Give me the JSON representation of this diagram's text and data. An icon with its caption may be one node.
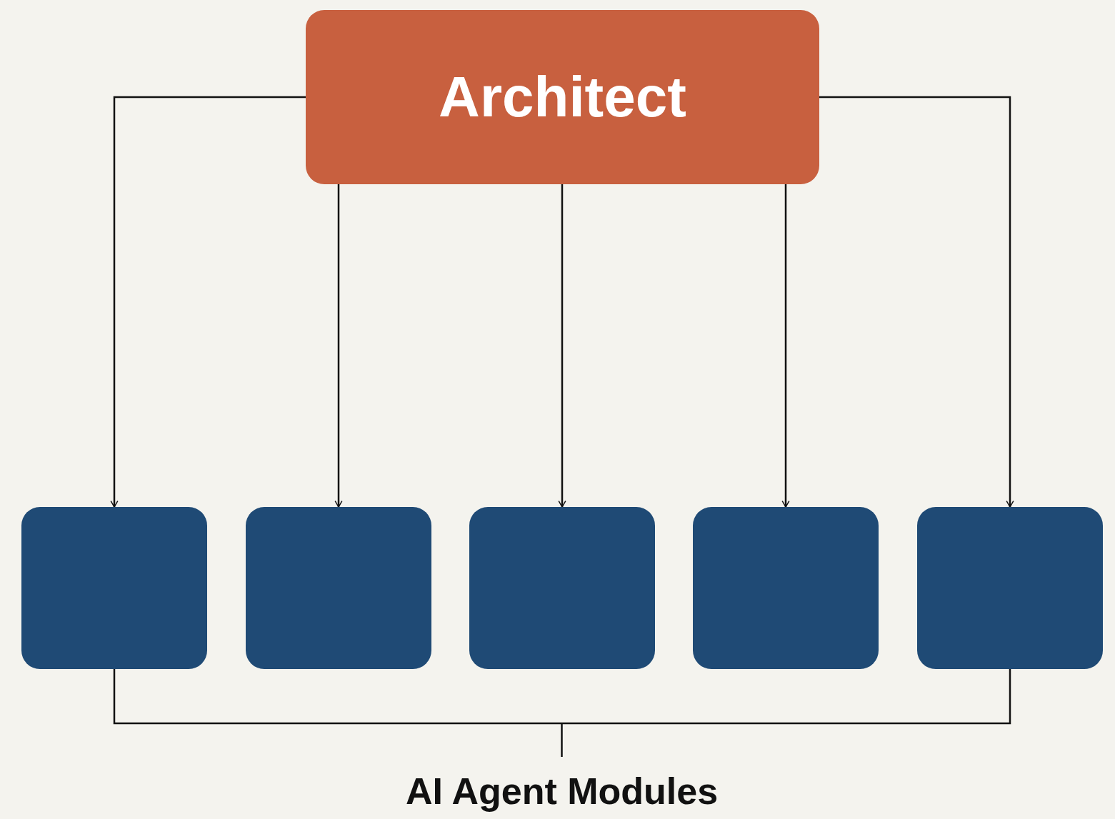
{
  "diagram": {
    "nodes": [
      {
        "text": [
          "Architect"
        ]
      },
      {
        "text": [],
        "shape": "box"
      },
      {
        "text": [],
        "shape": "box"
      },
      {
        "text": [],
        "shape": "box"
      },
      {
        "text": [],
        "shape": "box"
      },
      {
        "text": [],
        "shape": "box"
      }
    ],
    "edges": [
      {
        "from": 0,
        "to": 1,
        "arrow": "to"
      },
      {
        "from": 0,
        "to": 2,
        "arrow": "to"
      },
      {
        "from": 0,
        "to": 3,
        "arrow": "to"
      },
      {
        "from": 0,
        "to": 4,
        "arrow": "to"
      },
      {
        "from": 0,
        "to": 5,
        "arrow": "to"
      }
    ],
    "labels": [
      "AI Agent Modules"
    ]
  }
}
